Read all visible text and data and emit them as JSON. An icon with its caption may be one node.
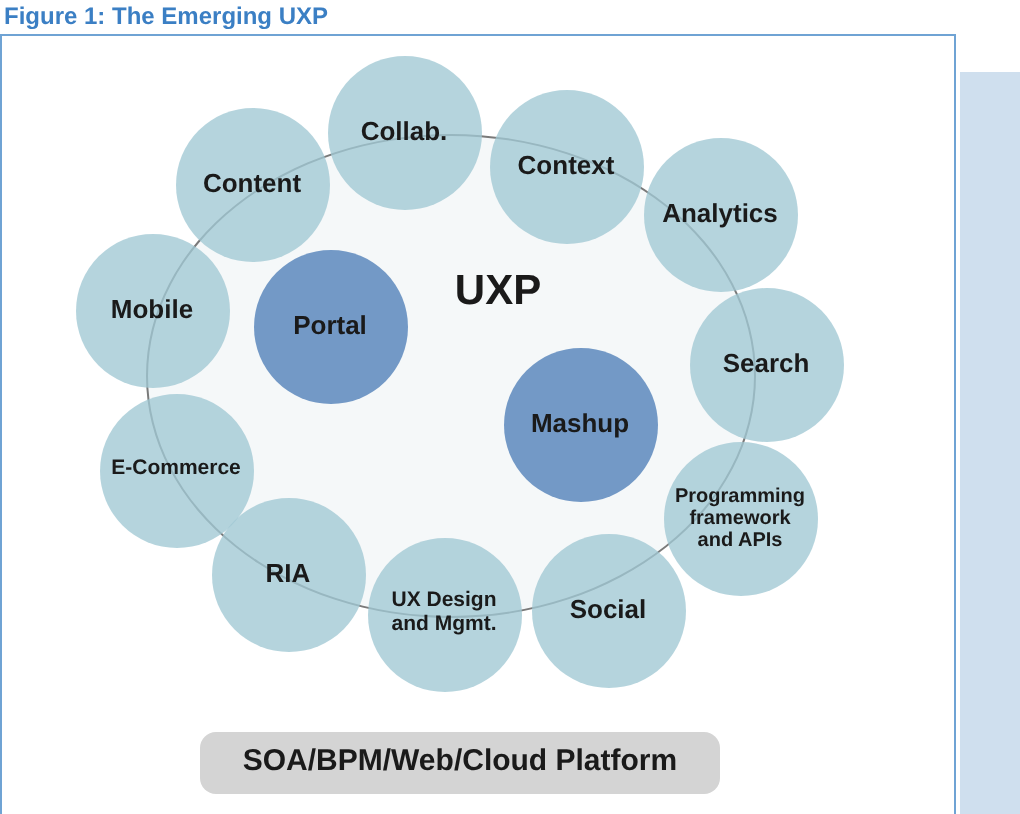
{
  "diagram": {
    "title": "Figure 1: The Emerging UXP",
    "nodes": [
      {
        "text": [
          "Collab."
        ]
      },
      {
        "text": [
          "Content"
        ]
      },
      {
        "text": [
          "Context"
        ]
      },
      {
        "text": [
          "Analytics"
        ]
      },
      {
        "text": [
          "UXP"
        ]
      },
      {
        "text": [
          "Mobile"
        ]
      },
      {
        "text": [
          "Portal"
        ],
        "in": 4
      },
      {
        "text": [
          "Search"
        ]
      },
      {
        "text": [
          "Mashup"
        ],
        "in": 4
      },
      {
        "text": [
          "E-Commerce"
        ]
      },
      {
        "text": [
          "Programming framework and APIs"
        ]
      },
      {
        "text": [
          "RIA"
        ]
      },
      {
        "text": [
          "UX Design and Mgmt."
        ]
      },
      {
        "text": [
          "Social"
        ]
      },
      {
        "text": [
          "SOA/BPM/Web/Cloud Platform"
        ]
      }
    ]
  }
}
